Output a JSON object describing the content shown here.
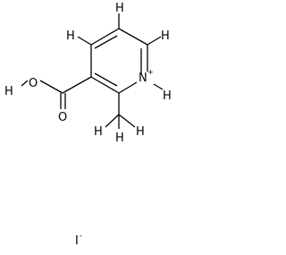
{
  "molecule": {
    "atoms": {
      "h_top": "H",
      "h_left": "H",
      "h_right": "H",
      "h_lower_right": "H",
      "h_methyl_left": "H",
      "h_methyl_right": "H",
      "h_methyl_bottom": "H",
      "h_hydroxyl": "H",
      "o_hydroxyl": "O",
      "o_carbonyl": "O",
      "n_ring": "N",
      "n_charge": "+"
    },
    "counterion": {
      "symbol": "I",
      "charge": "-"
    }
  }
}
